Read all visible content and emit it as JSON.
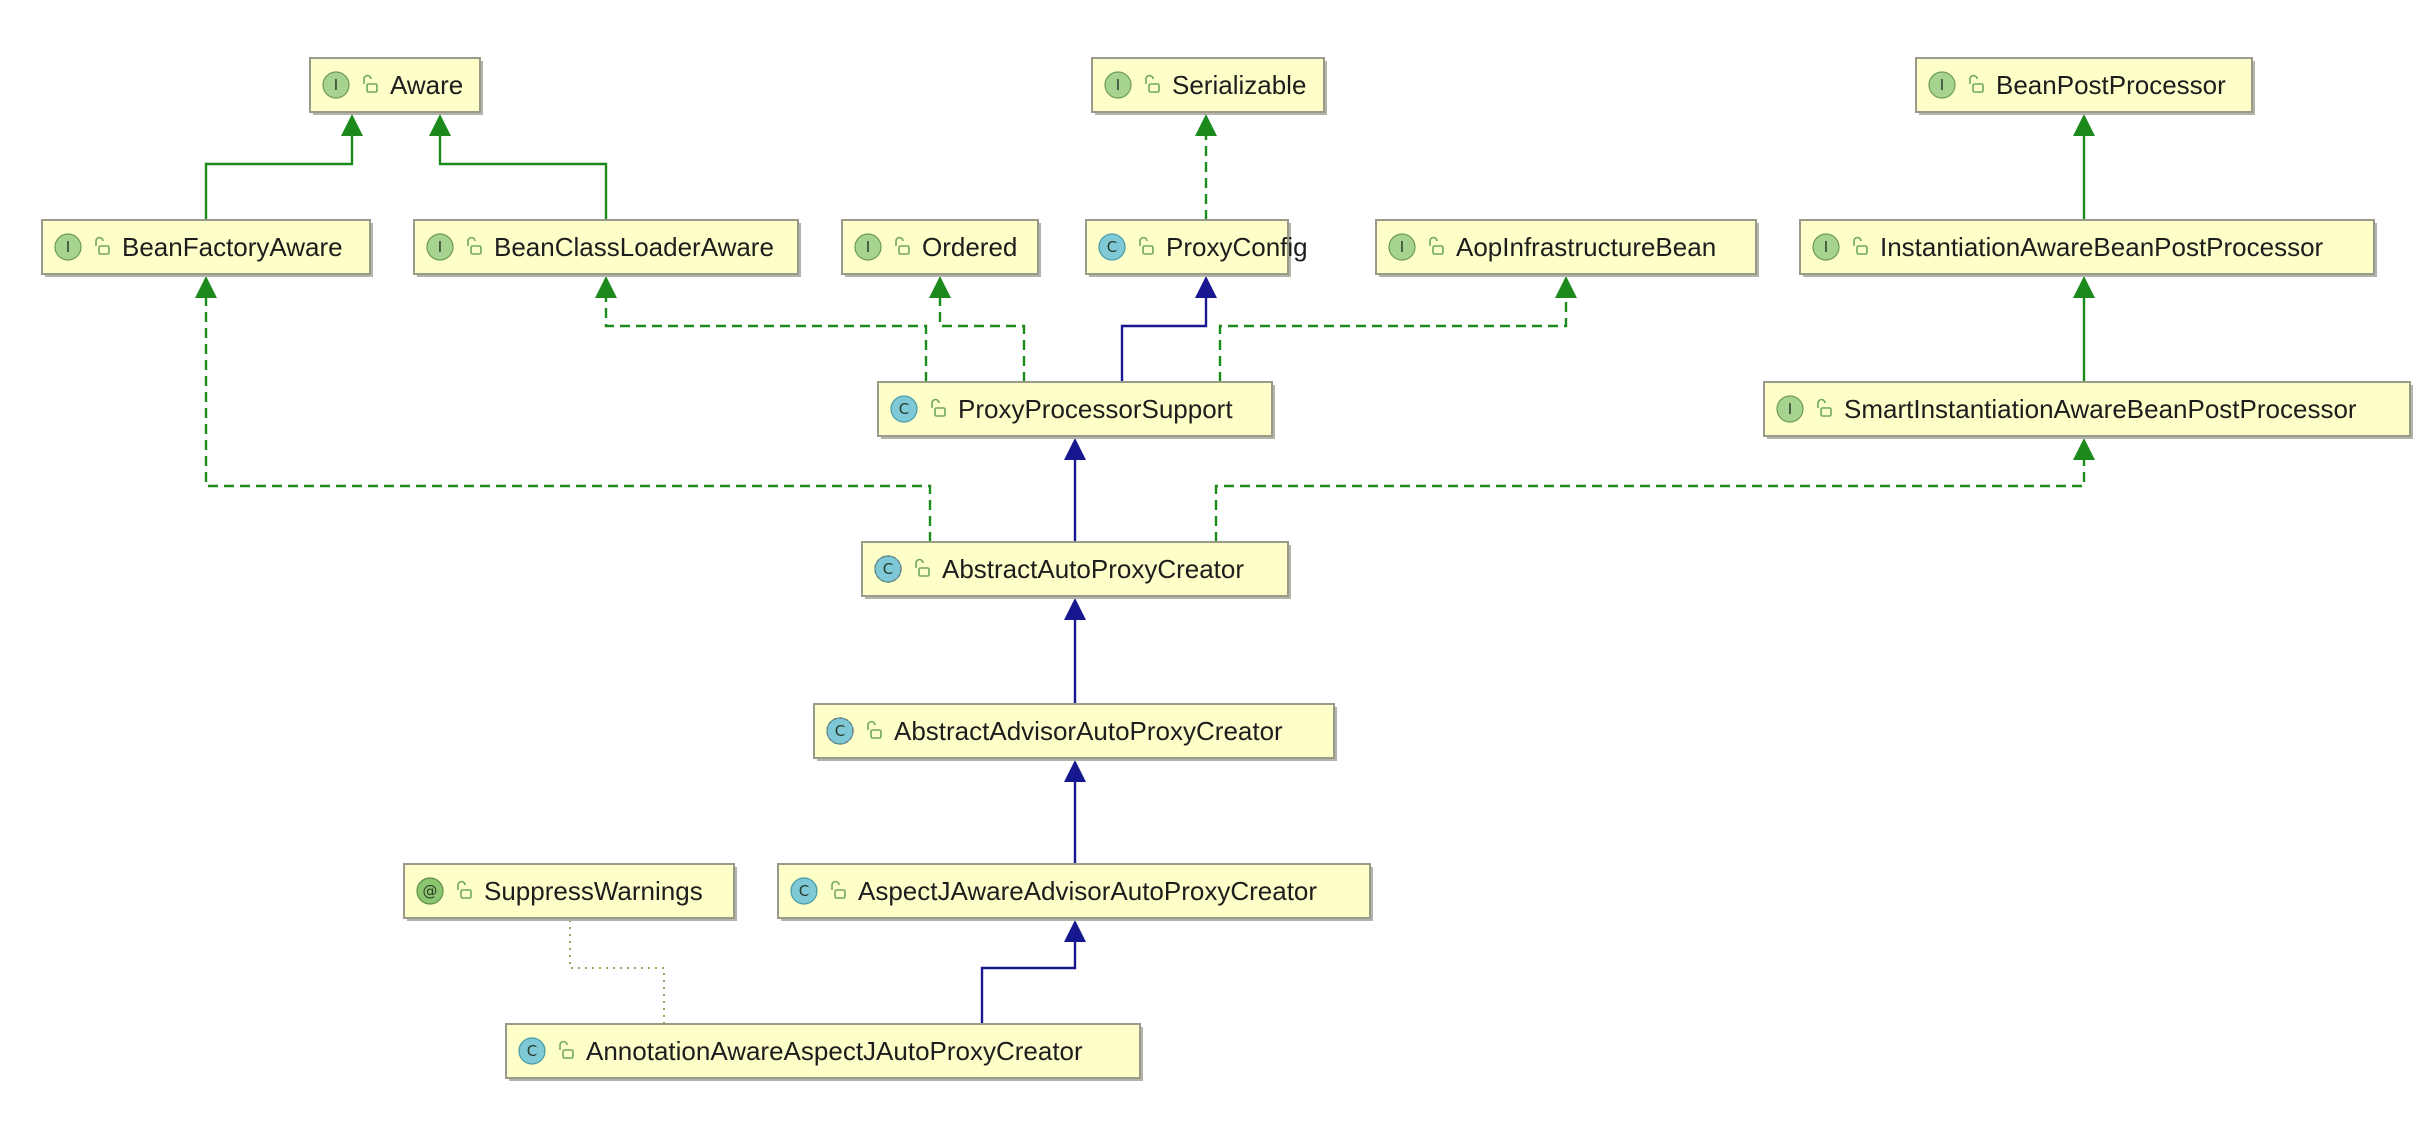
{
  "diagram": {
    "nodes": [
      {
        "id": "aware",
        "kind": "I",
        "label": "Aware"
      },
      {
        "id": "serializable",
        "kind": "I",
        "label": "Serializable"
      },
      {
        "id": "beanPostProcessor",
        "kind": "I",
        "label": "BeanPostProcessor"
      },
      {
        "id": "beanFactoryAware",
        "kind": "I",
        "label": "BeanFactoryAware"
      },
      {
        "id": "beanClassLoaderAware",
        "kind": "I",
        "label": "BeanClassLoaderAware"
      },
      {
        "id": "ordered",
        "kind": "I",
        "label": "Ordered"
      },
      {
        "id": "proxyConfig",
        "kind": "C",
        "label": "ProxyConfig"
      },
      {
        "id": "aopInfrastructureBean",
        "kind": "I",
        "label": "AopInfrastructureBean"
      },
      {
        "id": "instantiationAwareBPP",
        "kind": "I",
        "label": "InstantiationAwareBeanPostProcessor"
      },
      {
        "id": "proxyProcessorSupport",
        "kind": "C",
        "label": "ProxyProcessorSupport"
      },
      {
        "id": "smartInstantiationAwareBPP",
        "kind": "I",
        "label": "SmartInstantiationAwareBeanPostProcessor"
      },
      {
        "id": "abstractAutoProxyCreator",
        "kind": "C",
        "abstract": true,
        "label": "AbstractAutoProxyCreator"
      },
      {
        "id": "abstractAdvisorAutoProxyCreator",
        "kind": "C",
        "abstract": true,
        "label": "AbstractAdvisorAutoProxyCreator"
      },
      {
        "id": "suppressWarnings",
        "kind": "@",
        "label": "SuppressWarnings"
      },
      {
        "id": "aspectJAwareAdvisorAutoProxyCreator",
        "kind": "C",
        "label": "AspectJAwareAdvisorAutoProxyCreator"
      },
      {
        "id": "annotationAwareAspectJAutoProxyCreator",
        "kind": "C",
        "label": "AnnotationAwareAspectJAutoProxyCreator"
      }
    ],
    "edges": [
      {
        "from": "beanFactoryAware",
        "to": "aware",
        "type": "extends-iface"
      },
      {
        "from": "beanClassLoaderAware",
        "to": "aware",
        "type": "extends-iface"
      },
      {
        "from": "proxyConfig",
        "to": "serializable",
        "type": "implements"
      },
      {
        "from": "instantiationAwareBPP",
        "to": "beanPostProcessor",
        "type": "extends-iface"
      },
      {
        "from": "smartInstantiationAwareBPP",
        "to": "instantiationAwareBPP",
        "type": "extends-iface"
      },
      {
        "from": "proxyProcessorSupport",
        "to": "beanClassLoaderAware",
        "type": "implements"
      },
      {
        "from": "proxyProcessorSupport",
        "to": "ordered",
        "type": "implements"
      },
      {
        "from": "proxyProcessorSupport",
        "to": "proxyConfig",
        "type": "extends-class"
      },
      {
        "from": "proxyProcessorSupport",
        "to": "aopInfrastructureBean",
        "type": "implements"
      },
      {
        "from": "abstractAutoProxyCreator",
        "to": "proxyProcessorSupport",
        "type": "extends-class"
      },
      {
        "from": "abstractAutoProxyCreator",
        "to": "beanFactoryAware",
        "type": "implements"
      },
      {
        "from": "abstractAutoProxyCreator",
        "to": "smartInstantiationAwareBPP",
        "type": "implements"
      },
      {
        "from": "abstractAdvisorAutoProxyCreator",
        "to": "abstractAutoProxyCreator",
        "type": "extends-class"
      },
      {
        "from": "aspectJAwareAdvisorAutoProxyCreator",
        "to": "abstractAdvisorAutoProxyCreator",
        "type": "extends-class"
      },
      {
        "from": "annotationAwareAspectJAutoProxyCreator",
        "to": "aspectJAwareAdvisorAutoProxyCreator",
        "type": "extends-class"
      },
      {
        "from": "annotationAwareAspectJAutoProxyCreator",
        "to": "suppressWarnings",
        "type": "annotated"
      }
    ],
    "colors": {
      "node_fill": "#fefec9",
      "interface_badge": "#a7d391",
      "class_badge": "#7fc9d6",
      "annotation_badge": "#8cc56f",
      "interface_edge": "#1b8a1b",
      "class_edge": "#17178f"
    }
  }
}
